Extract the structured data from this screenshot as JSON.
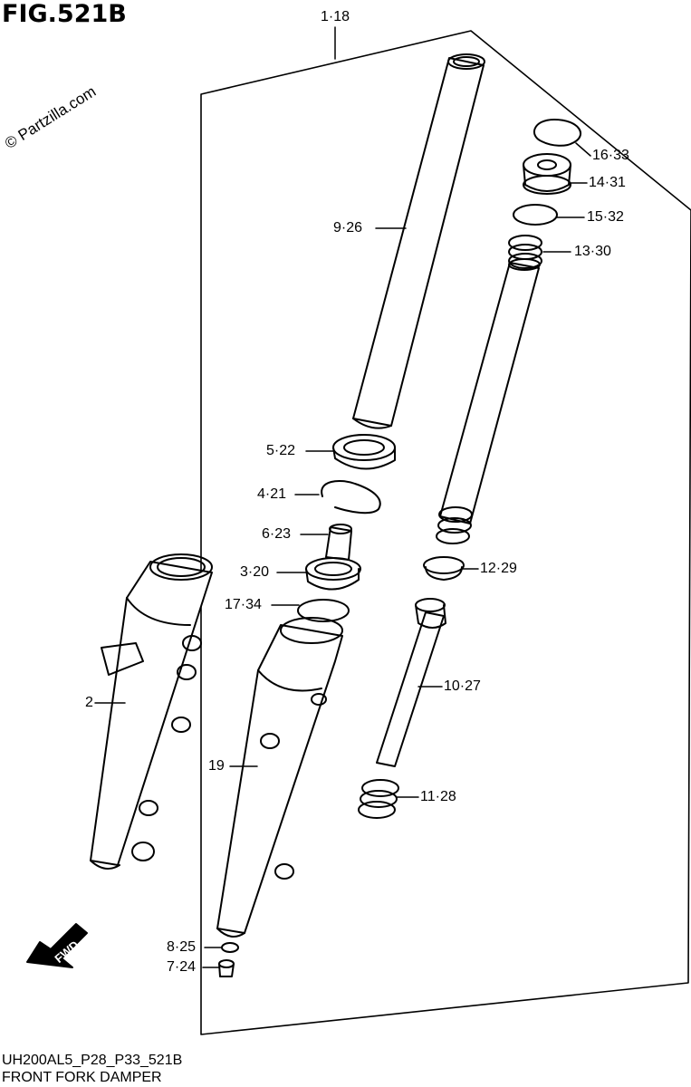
{
  "figure_title": "FIG.521B",
  "copyright": "© Partzilla.com",
  "model_code": "UH200AL5_P28_P33_521B",
  "diagram_name": "FRONT FORK DAMPER",
  "fwd_label": "FWD",
  "callouts": [
    {
      "id": "c1",
      "label": "1·18"
    },
    {
      "id": "c2",
      "label": "2"
    },
    {
      "id": "c3",
      "label": "3·20"
    },
    {
      "id": "c4",
      "label": "4·21"
    },
    {
      "id": "c5",
      "label": "5·22"
    },
    {
      "id": "c6",
      "label": "6·23"
    },
    {
      "id": "c7",
      "label": "7·24"
    },
    {
      "id": "c8",
      "label": "8·25"
    },
    {
      "id": "c9",
      "label": "9·26"
    },
    {
      "id": "c10",
      "label": "10·27"
    },
    {
      "id": "c11",
      "label": "11·28"
    },
    {
      "id": "c12",
      "label": "12·29"
    },
    {
      "id": "c13",
      "label": "13·30"
    },
    {
      "id": "c14",
      "label": "14·31"
    },
    {
      "id": "c15",
      "label": "15·32"
    },
    {
      "id": "c16",
      "label": "16·33"
    },
    {
      "id": "c17",
      "label": "17·34"
    },
    {
      "id": "c19",
      "label": "19"
    }
  ]
}
